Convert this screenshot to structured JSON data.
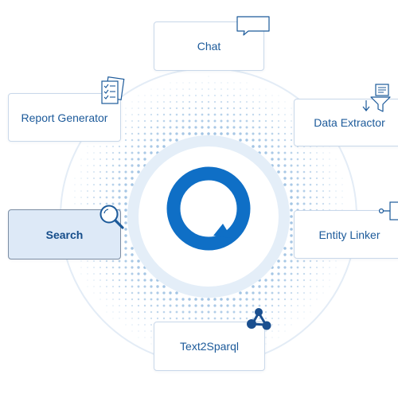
{
  "diagram": {
    "hub": {
      "icon": "chat-bubble-logo-icon",
      "color": "#0f6fc6"
    },
    "nodes": [
      {
        "label": "Chat",
        "icon": "speech-bubble-icon",
        "active": false
      },
      {
        "label": "Data Extractor",
        "icon": "document-funnel-icon",
        "active": false
      },
      {
        "label": "Entity Linker",
        "icon": "node-link-icon",
        "active": false
      },
      {
        "label": "Text2Sparql",
        "icon": "molecule-graph-icon",
        "active": false
      },
      {
        "label": "Search",
        "icon": "magnifier-icon",
        "active": true
      },
      {
        "label": "Report Generator",
        "icon": "checklist-document-icon",
        "active": false
      }
    ]
  },
  "colors": {
    "accent": "#0f6fc6",
    "label": "#1c5a9a",
    "active_fill": "#dde9f7",
    "dots": "#8fb8de",
    "ring": "#e6eef7"
  }
}
